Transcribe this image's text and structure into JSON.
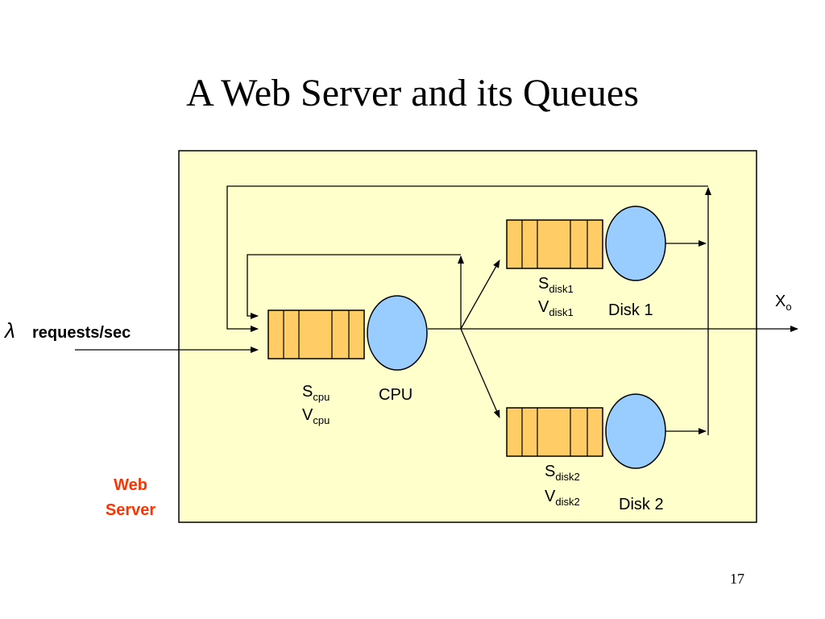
{
  "slide": {
    "title": "A Web Server and its Queues",
    "page_number": "17"
  },
  "input": {
    "lambda_symbol": "λ",
    "label": "requests/sec"
  },
  "output": {
    "label_main": "X",
    "label_sub": "o"
  },
  "server": {
    "label_line1": "Web",
    "label_line2": "Server",
    "label_color": "#FF3300",
    "box_fill": "#FFFFCC"
  },
  "cpu": {
    "name": "CPU",
    "s_main": "S",
    "s_sub": "cpu",
    "v_main": "V",
    "v_sub": "cpu"
  },
  "disk1": {
    "name": "Disk 1",
    "s_main": "S",
    "s_sub": "disk1",
    "v_main": "V",
    "v_sub": "disk1"
  },
  "disk2": {
    "name": "Disk 2",
    "s_main": "S",
    "s_sub": "disk2",
    "v_main": "V",
    "v_sub": "disk2"
  },
  "colors": {
    "queue_fill": "#FFCC66",
    "server_circle_fill": "#99CCFF"
  }
}
